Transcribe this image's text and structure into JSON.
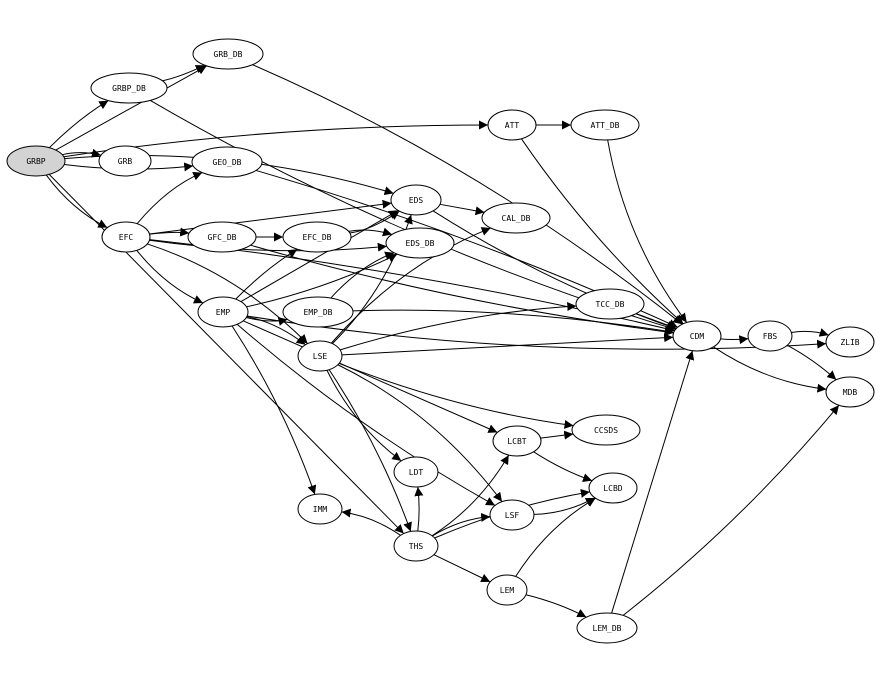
{
  "graph": {
    "root_fill": "#d3d3d3",
    "node_fill": "#ffffff",
    "nodes": [
      {
        "id": "GRBP",
        "label": "GRBP"
      },
      {
        "id": "GRB",
        "label": "GRB"
      },
      {
        "id": "GRBP_DB",
        "label": "GRBP_DB"
      },
      {
        "id": "GRB_DB",
        "label": "GRB_DB"
      },
      {
        "id": "GEO_DB",
        "label": "GEO_DB"
      },
      {
        "id": "EFC",
        "label": "EFC"
      },
      {
        "id": "GFC_DB",
        "label": "GFC_DB"
      },
      {
        "id": "EFC_DB",
        "label": "EFC_DB"
      },
      {
        "id": "EDS",
        "label": "EDS"
      },
      {
        "id": "EDS_DB",
        "label": "EDS_DB"
      },
      {
        "id": "CAL_DB",
        "label": "CAL_DB"
      },
      {
        "id": "ATT",
        "label": "ATT"
      },
      {
        "id": "ATT_DB",
        "label": "ATT_DB"
      },
      {
        "id": "EMP",
        "label": "EMP"
      },
      {
        "id": "EMP_DB",
        "label": "EMP_DB"
      },
      {
        "id": "LSE",
        "label": "LSE"
      },
      {
        "id": "TCC_DB",
        "label": "TCC_DB"
      },
      {
        "id": "CDM",
        "label": "CDM"
      },
      {
        "id": "FBS",
        "label": "FBS"
      },
      {
        "id": "ZLIB",
        "label": "ZLIB"
      },
      {
        "id": "MDB",
        "label": "MDB"
      },
      {
        "id": "CCSDS",
        "label": "CCSDS"
      },
      {
        "id": "LCBT",
        "label": "LCBT"
      },
      {
        "id": "LDT",
        "label": "LDT"
      },
      {
        "id": "LCBD",
        "label": "LCBD"
      },
      {
        "id": "IMM",
        "label": "IMM"
      },
      {
        "id": "LSF",
        "label": "LSF"
      },
      {
        "id": "THS",
        "label": "THS"
      },
      {
        "id": "LEM",
        "label": "LEM"
      },
      {
        "id": "LEM_DB",
        "label": "LEM_DB"
      }
    ],
    "edges": [
      [
        "GRBP",
        "GRB"
      ],
      [
        "GRBP",
        "GRBP_DB"
      ],
      [
        "GRBP",
        "GRB_DB"
      ],
      [
        "GRBP",
        "GEO_DB"
      ],
      [
        "GRBP",
        "EFC"
      ],
      [
        "GRBP",
        "EDS"
      ],
      [
        "GRBP",
        "ATT"
      ],
      [
        "GRBP",
        "THS"
      ],
      [
        "GRBP_DB",
        "GRB_DB"
      ],
      [
        "GRBP_DB",
        "CDM"
      ],
      [
        "GRB_DB",
        "CDM"
      ],
      [
        "GEO_DB",
        "CDM"
      ],
      [
        "ATT",
        "ATT_DB"
      ],
      [
        "ATT",
        "CDM"
      ],
      [
        "ATT_DB",
        "CDM"
      ],
      [
        "EFC",
        "GEO_DB"
      ],
      [
        "EFC",
        "GFC_DB"
      ],
      [
        "EFC",
        "EDS"
      ],
      [
        "EFC",
        "EDS_DB"
      ],
      [
        "EFC",
        "EMP"
      ],
      [
        "EFC",
        "LSE"
      ],
      [
        "EFC",
        "CDM"
      ],
      [
        "GFC_DB",
        "EFC_DB"
      ],
      [
        "GFC_DB",
        "CDM"
      ],
      [
        "EFC_DB",
        "EDS"
      ],
      [
        "EFC_DB",
        "EDS_DB"
      ],
      [
        "EMP",
        "EFC_DB"
      ],
      [
        "EMP",
        "EDS"
      ],
      [
        "EMP",
        "EDS_DB"
      ],
      [
        "EMP",
        "EMP_DB"
      ],
      [
        "EMP",
        "LSE"
      ],
      [
        "EMP",
        "IMM"
      ],
      [
        "EMP",
        "LCBT"
      ],
      [
        "EMP",
        "LSF"
      ],
      [
        "EMP",
        "ZLIB"
      ],
      [
        "EMP_DB",
        "EDS_DB"
      ],
      [
        "EMP_DB",
        "CDM"
      ],
      [
        "EDS",
        "CAL_DB"
      ],
      [
        "EDS",
        "CDM"
      ],
      [
        "LSE",
        "EDS"
      ],
      [
        "LSE",
        "CAL_DB"
      ],
      [
        "LSE",
        "TCC_DB"
      ],
      [
        "LSE",
        "CDM"
      ],
      [
        "LSE",
        "CCSDS"
      ],
      [
        "LSE",
        "LDT"
      ],
      [
        "LSE",
        "LSF"
      ],
      [
        "LSE",
        "THS"
      ],
      [
        "TCC_DB",
        "CDM"
      ],
      [
        "CDM",
        "FBS"
      ],
      [
        "CDM",
        "MDB"
      ],
      [
        "FBS",
        "ZLIB"
      ],
      [
        "FBS",
        "MDB"
      ],
      [
        "LCBT",
        "CCSDS"
      ],
      [
        "LCBT",
        "LCBD"
      ],
      [
        "THS",
        "LCBT"
      ],
      [
        "THS",
        "LSF"
      ],
      [
        "THS",
        "LCBD"
      ],
      [
        "THS",
        "LEM"
      ],
      [
        "THS",
        "LDT"
      ],
      [
        "THS",
        "IMM"
      ],
      [
        "LEM",
        "LCBD"
      ],
      [
        "LEM",
        "LEM_DB"
      ],
      [
        "LEM_DB",
        "CDM"
      ],
      [
        "LEM_DB",
        "MDB"
      ],
      [
        "LSF",
        "LCBD"
      ]
    ]
  }
}
